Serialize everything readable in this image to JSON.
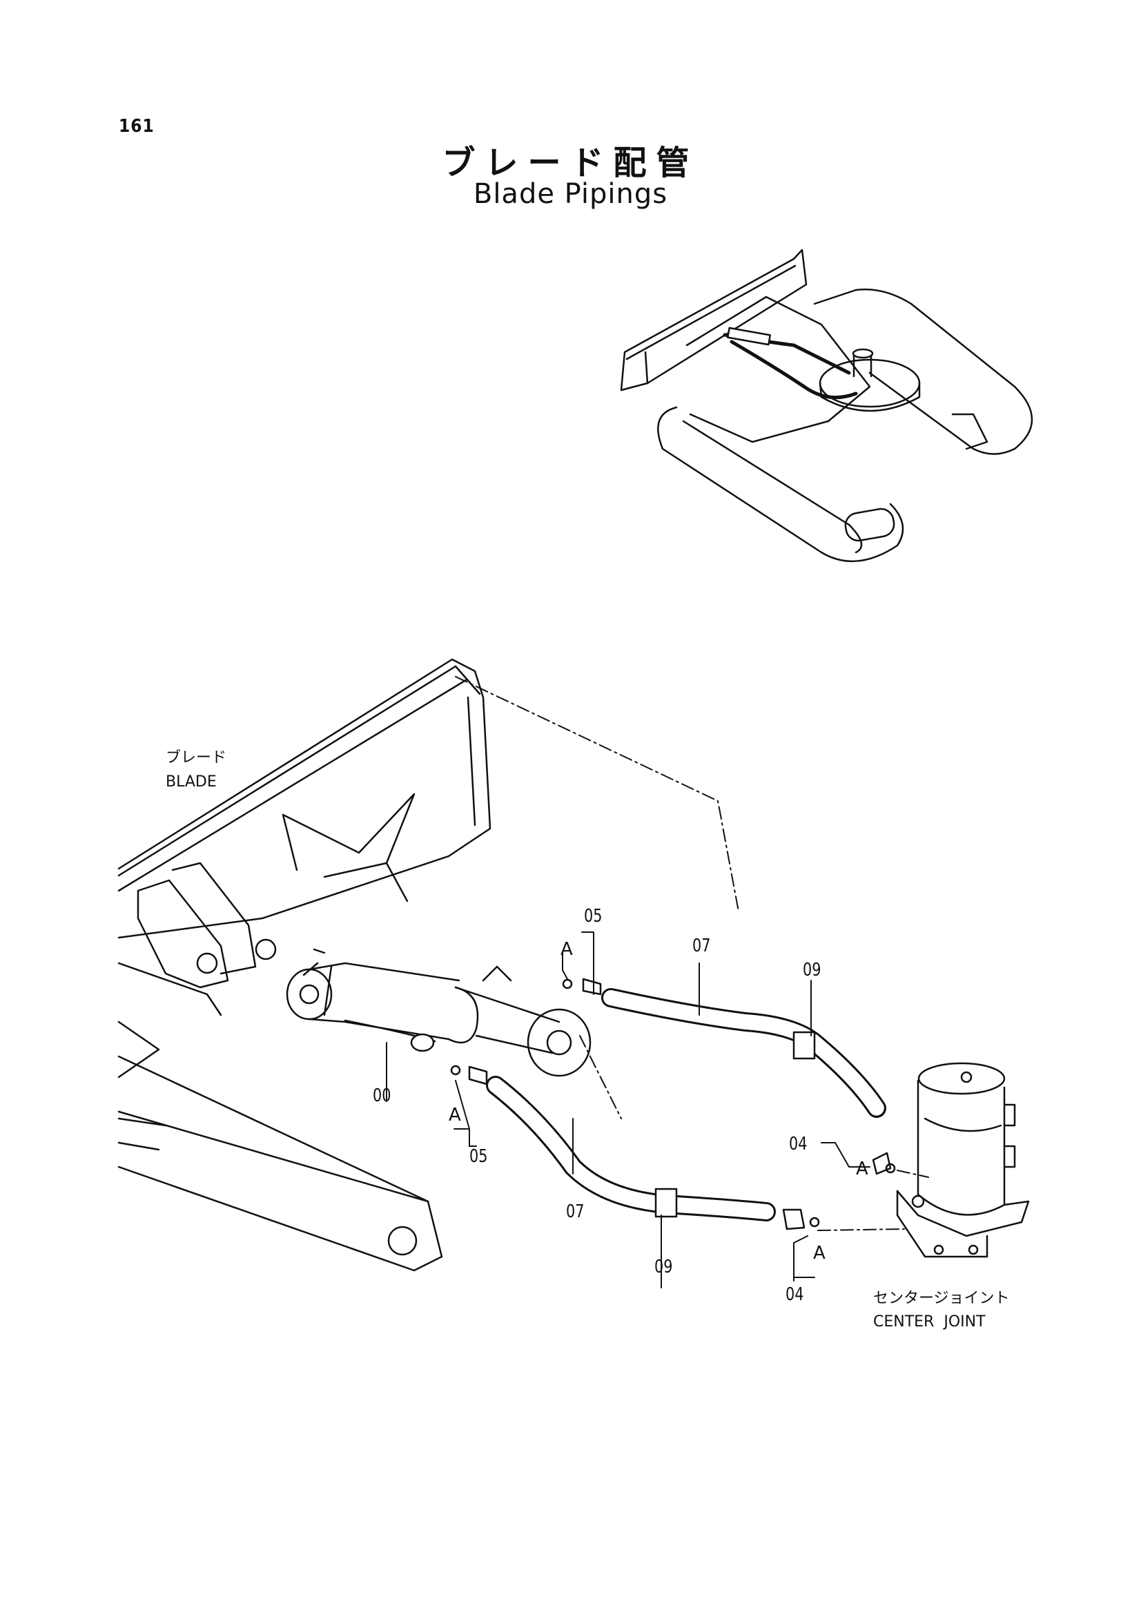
{
  "page": {
    "number": "161"
  },
  "title": {
    "japanese": "ブレード配管",
    "english": "Blade Pipings"
  },
  "labels": {
    "blade_jp": "ブレード",
    "blade_en": "BLADE",
    "center_joint_jp": "センタージョイント",
    "center_joint_en": "CENTER  JOINT"
  },
  "callouts": {
    "c00": "00",
    "c04_top": "04",
    "c04_bottom": "04",
    "c05_top": "05",
    "c05_bottom": "05",
    "c07_top": "07",
    "c07_bottom": "07",
    "c09_top": "09",
    "c09_bottom": "09"
  },
  "oring_marks": {
    "a1": "A",
    "a2": "A",
    "a3": "A",
    "a4": "A"
  }
}
